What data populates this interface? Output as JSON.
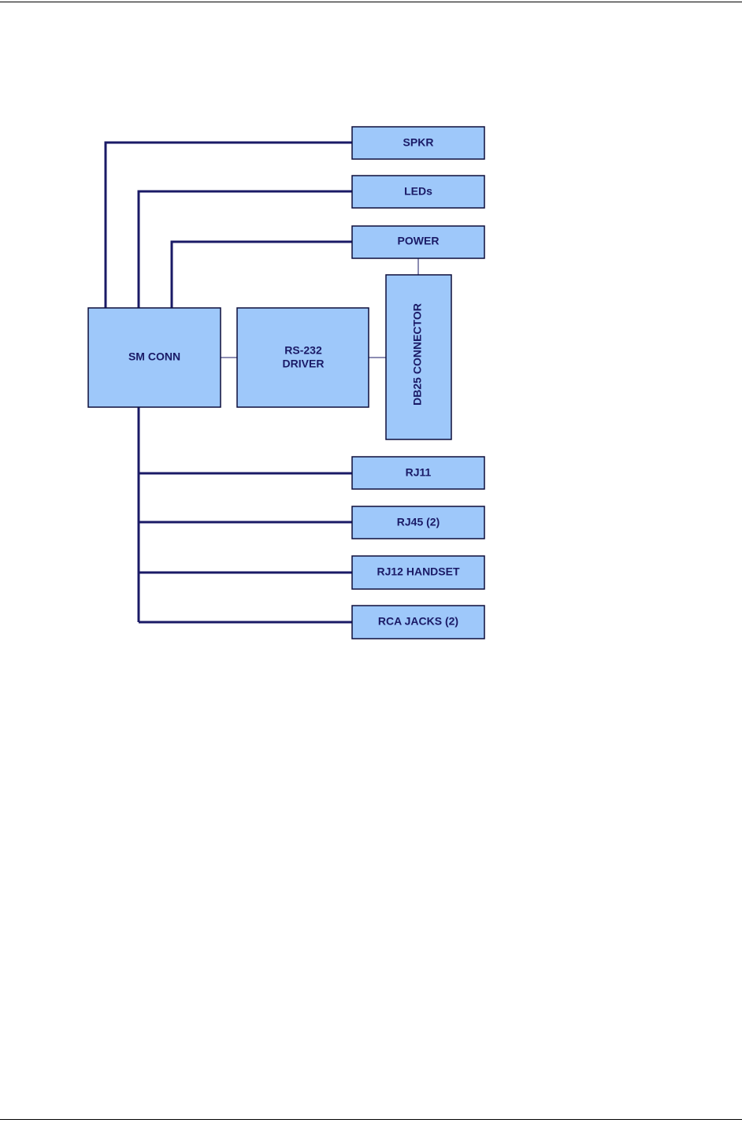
{
  "blocks": {
    "spkr": "SPKR",
    "leds": "LEDs",
    "power": "POWER",
    "sm_conn": "SM CONN",
    "rs232_line1": "RS-232",
    "rs232_line2": "DRIVER",
    "db25": "DB25 CONNECTOR",
    "rj11": "RJ11",
    "rj45": "RJ45 (2)",
    "rj12": "RJ12 HANDSET",
    "rca": "RCA JACKS (2)"
  },
  "colors": {
    "box_fill": "#9ec8fa",
    "box_stroke": "#0d0d3a",
    "line": "#1a1a66",
    "text": "#1a1a66"
  }
}
